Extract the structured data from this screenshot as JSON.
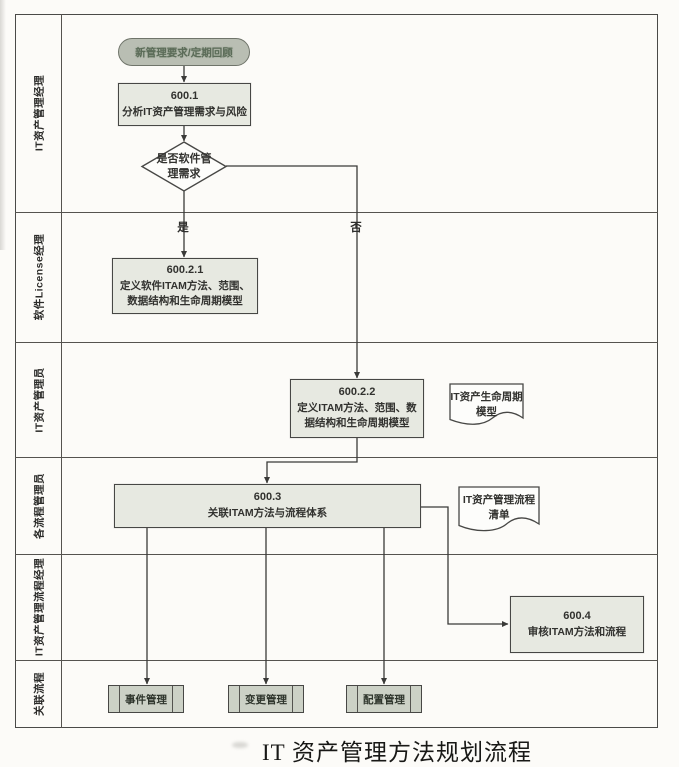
{
  "page": {
    "caption": "IT 资产管理方法规划流程"
  },
  "lanes": [
    {
      "label": "IT资产管理经理"
    },
    {
      "label": "软件License经理"
    },
    {
      "label": "IT资产管理员"
    },
    {
      "label": "各流程管理员"
    },
    {
      "label": "IT资产管理流程经理"
    },
    {
      "label": "关联流程"
    }
  ],
  "nodes": {
    "start": {
      "label": "新管理要求/定期回顾"
    },
    "p600_1": {
      "id": "600.1",
      "label": "分析IT资产管理需求与风险"
    },
    "decision": {
      "label": "是否软件管理需求",
      "yes": "是",
      "no": "否"
    },
    "p600_2_1": {
      "id": "600.2.1",
      "label": "定义软件ITAM方法、范围、数据结构和生命周期模型"
    },
    "p600_2_2": {
      "id": "600.2.2",
      "label": "定义ITAM方法、范围、数据结构和生命周期模型"
    },
    "doc_lifecycle": {
      "label": "IT资产生命周期模型"
    },
    "p600_3": {
      "id": "600.3",
      "label": "关联ITAM方法与流程体系"
    },
    "doc_process_list": {
      "label": "IT资产管理流程清单"
    },
    "p600_4": {
      "id": "600.4",
      "label": "审核ITAM方法和流程"
    },
    "sub_incident": {
      "label": "事件管理"
    },
    "sub_change": {
      "label": "变更管理"
    },
    "sub_config": {
      "label": "配置管理"
    }
  },
  "colors": {
    "box_fill": "#e7e9e1",
    "box_border": "#474745",
    "start_fill": "#b9beb3",
    "start_text": "#5c6c59",
    "subprocess_fill": "#ccd1c6",
    "line": "#3a3a38"
  }
}
